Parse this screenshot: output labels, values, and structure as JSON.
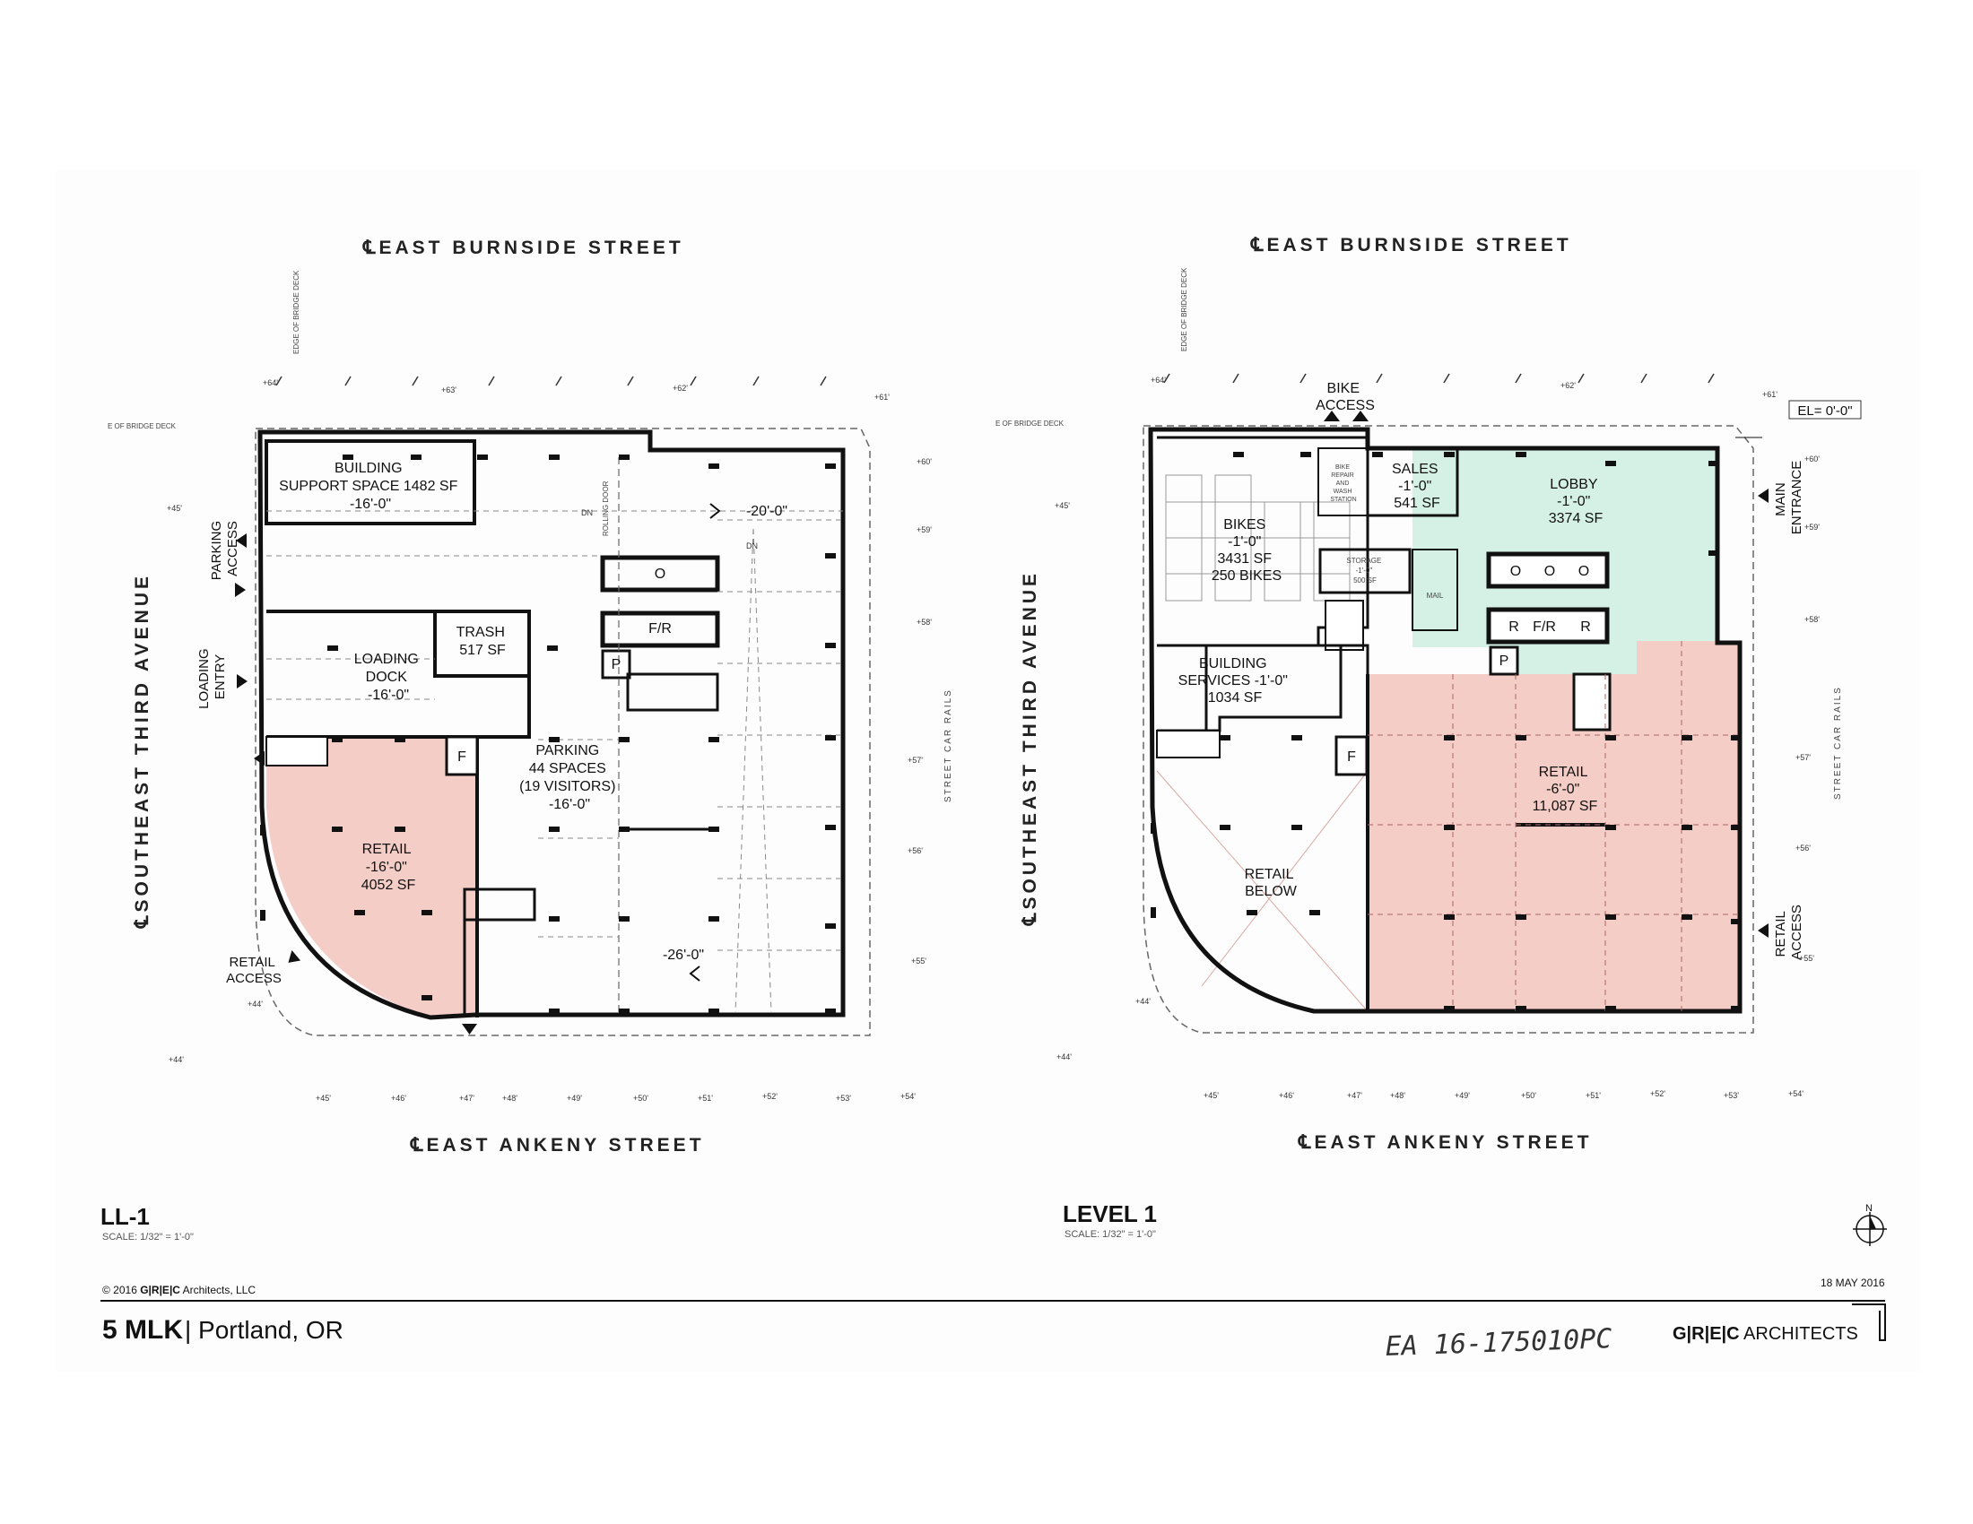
{
  "streets": {
    "north": "EAST BURNSIDE STREET",
    "south": "EAST ANKENY STREET",
    "west": "SOUTHEAST THIRD AVENUE",
    "east_rails": "STREET CAR RAILS",
    "cl": "℄"
  },
  "bridge": {
    "edge_vertical": "EDGE OF BRIDGE DECK",
    "edge_horizontal": "E OF BRIDGE DECK"
  },
  "plan_ll1": {
    "title": "LL-1",
    "scale": "SCALE: 1/32\" = 1'-0\"",
    "building_support": [
      "BUILDING",
      "SUPPORT SPACE 1482 SF",
      "-16'-0\""
    ],
    "trash": [
      "TRASH",
      "517 SF"
    ],
    "loading_dock": [
      "LOADING",
      "DOCK",
      "-16'-0\""
    ],
    "parking": [
      "PARKING",
      "44 SPACES",
      "(19 VISITORS)",
      "-16'-0\""
    ],
    "retail": [
      "RETAIL",
      "-16'-0\"",
      "4052 SF"
    ],
    "parking_access": [
      "PARKING",
      "ACCESS"
    ],
    "loading_entry": [
      "LOADING",
      "ENTRY"
    ],
    "retail_access": [
      "RETAIL",
      "ACCESS"
    ],
    "elev_top": "-20'-0\"",
    "elev_bottom": "-26'-0\"",
    "dn": "DN",
    "rolling_door": "ROLLING DOOR",
    "core_o": "O",
    "core_fr": "F/R",
    "core_p": "P",
    "core_f": "F"
  },
  "plan_l1": {
    "title": "LEVEL 1",
    "scale": "SCALE: 1/32\" = 1'-0\"",
    "bike_access": [
      "BIKE",
      "ACCESS"
    ],
    "el": "EL= 0'-0\"",
    "sales": [
      "SALES",
      "-1'-0\"",
      "541 SF"
    ],
    "lobby": [
      "LOBBY",
      "-1'-0\"",
      "3374 SF"
    ],
    "bikes": [
      "BIKES",
      "-1'-0\"",
      "3431 SF",
      "250 BIKES"
    ],
    "bike_repair": [
      "BIKE",
      "REPAIR",
      "AND",
      "WASH",
      "STATION"
    ],
    "storage": [
      "STORAGE",
      "-1'-0\"",
      "500 SF"
    ],
    "mail": "MAIL",
    "building_services": [
      "BUILDING",
      "SERVICES -1'-0\"",
      "1034 SF"
    ],
    "retail": [
      "RETAIL",
      "-6'-0\"",
      "11,087 SF"
    ],
    "retail_below": [
      "RETAIL",
      "BELOW"
    ],
    "main_entrance": [
      "MAIN",
      "ENTRANCE"
    ],
    "retail_access": [
      "RETAIL",
      "ACCESS"
    ],
    "core_o": "O",
    "core_r": "R",
    "core_fr": "F/R",
    "core_p": "P",
    "core_f": "F"
  },
  "spot_elevations_top": [
    "+64'",
    "+63'",
    "+62'",
    "+61'"
  ],
  "spot_elevations_east": [
    "+60'",
    "+59'",
    "+58'",
    "+57'",
    "+56'",
    "+55'"
  ],
  "spot_elevations_west": [
    "+45'",
    "+44'",
    "+44'"
  ],
  "spot_elevations_south": [
    "+45'",
    "+46'",
    "+47'",
    "+48'",
    "+49'",
    "+50'",
    "+51'",
    "+52'",
    "+53'",
    "+54'"
  ],
  "north_label": "N",
  "copyright": "© 2016",
  "firm_short": "G|R|E|C",
  "firm_suffix_small": "Architects, LLC",
  "date": "18 MAY 2016",
  "project_name": "5 MLK",
  "project_location": "| Portland, OR",
  "stamp": "EA 16-175010PC",
  "firm_logo_text": "ARCHITECTS",
  "colors": {
    "retail": "#f4cdc7",
    "lobby": "#d5f1e6",
    "line": "#111111",
    "dash": "#666666"
  }
}
